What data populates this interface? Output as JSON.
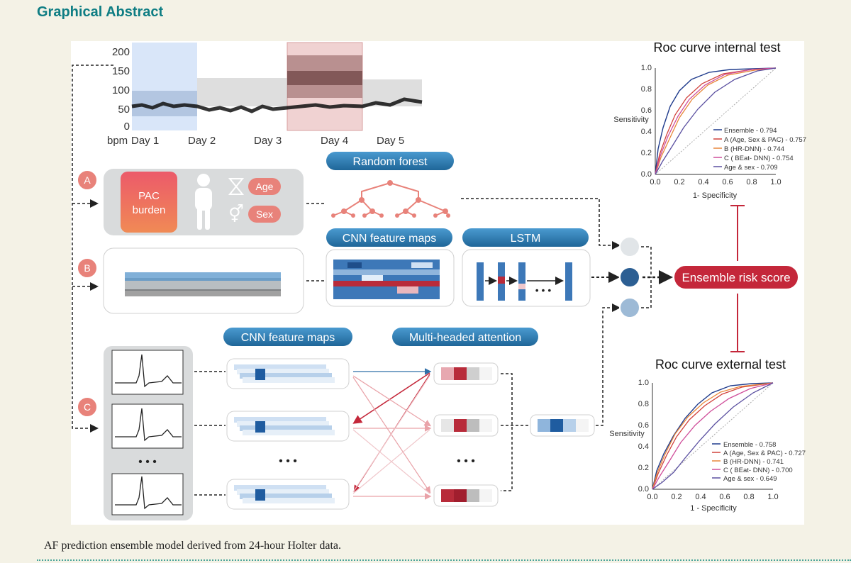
{
  "header": {
    "title": "Graphical Abstract"
  },
  "caption": "AF prediction ensemble model derived from 24-hour Holter data.",
  "holter": {
    "y_ticks": [
      "200",
      "150",
      "100",
      "50",
      "0"
    ],
    "y_unit": "bpm",
    "days": [
      "Day 1",
      "Day 2",
      "Day 3",
      "Day 4",
      "Day 5"
    ]
  },
  "branch_labels": [
    "A",
    "B",
    "C"
  ],
  "branch_a": {
    "pac_line1": "PAC",
    "pac_line2": "burden",
    "age": "Age",
    "sex": "Sex"
  },
  "models": {
    "random_forest": "Random forest",
    "cnn_feature_maps_b": "CNN feature maps",
    "lstm": "LSTM",
    "cnn_feature_maps_c": "CNN feature maps",
    "attention": "Multi-headed attention"
  },
  "ellipsis": "• • •",
  "ensemble": {
    "label": "Ensemble risk score",
    "color": "#c4273a"
  },
  "colors": {
    "teal": "#0e7d83",
    "blue_pill": "#2f7cb0",
    "red": "#c4273a",
    "coral": "#e86a5a"
  },
  "roc_internal": {
    "title": "Roc curve internal test",
    "xlabel": "1- Specificity",
    "ylabel": "Sensitivity",
    "ticks": [
      "0.0",
      "0.2",
      "0.4",
      "0.6",
      "0.8",
      "1.0"
    ],
    "legend": [
      {
        "label": "Ensemble - 0.794",
        "color": "#1f3b8c"
      },
      {
        "label": "A (Age, Sex & PAC) - 0.757",
        "color": "#d1423c"
      },
      {
        "label": "B (HR-DNN) - 0.744",
        "color": "#e8873a"
      },
      {
        "label": "C ( BEat- DNN) - 0.754",
        "color": "#cf4e9a"
      },
      {
        "label": "Age & sex - 0.709",
        "color": "#5a4fa0"
      }
    ]
  },
  "roc_external": {
    "title": "Roc curve external test",
    "xlabel": "1 - Specificity",
    "ylabel": "Sensitivity",
    "ticks": [
      "0.0",
      "0.2",
      "0.4",
      "0.6",
      "0.8",
      "1.0"
    ],
    "legend": [
      {
        "label": "Ensemble - 0.758",
        "color": "#1f3b8c"
      },
      {
        "label": "A (Age, Sex & PAC) - 0.727",
        "color": "#d1423c"
      },
      {
        "label": "B (HR-DNN) - 0.741",
        "color": "#e8873a"
      },
      {
        "label": "C ( BEat- DNN) - 0.700",
        "color": "#cf4e9a"
      },
      {
        "label": "Age & sex - 0.649",
        "color": "#5a4fa0"
      }
    ]
  }
}
